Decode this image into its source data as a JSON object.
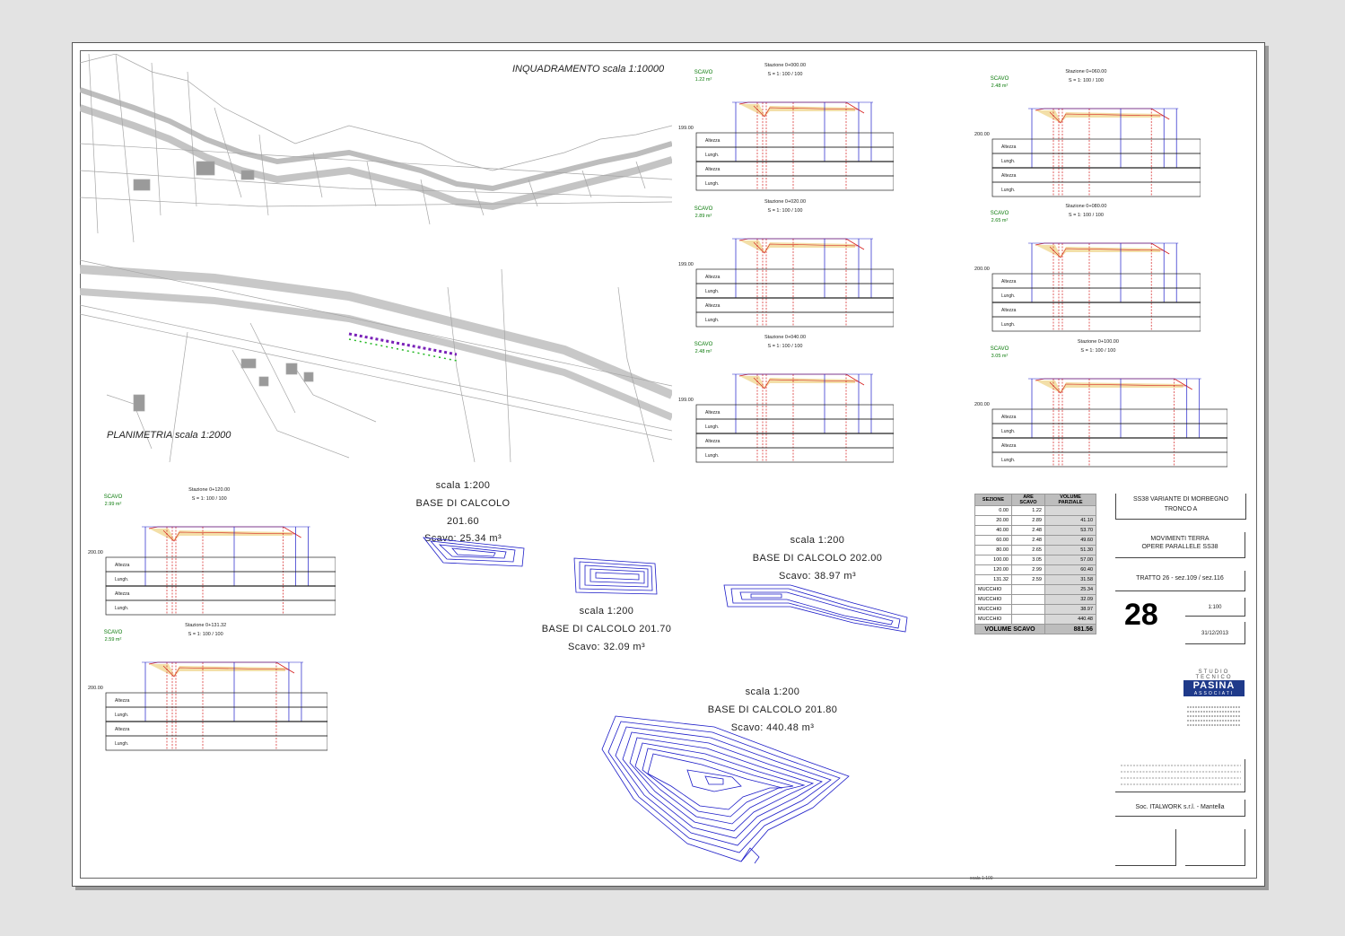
{
  "map": {
    "overview_title": "INQUADRAMENTO scala 1:10000",
    "plan_title": "PLANIMETRIA scala 1:2000"
  },
  "sections_right": [
    {
      "station": "Stazione 0+000.00",
      "scale": "S = 1: 100 / 100",
      "scavo_label": "SCAVO",
      "scavo_value": "1.22 m²",
      "datum": "199.00"
    },
    {
      "station": "Stazione 0+020.00",
      "scale": "S = 1: 100 / 100",
      "scavo_label": "SCAVO",
      "scavo_value": "2.89 m²",
      "datum": "199.00"
    },
    {
      "station": "Stazione 0+040.00",
      "scale": "S = 1: 100 / 100",
      "scavo_label": "SCAVO",
      "scavo_value": "2.48 m²",
      "datum": "199.00"
    },
    {
      "station": "Stazione 0+060.00",
      "scale": "S = 1: 100 / 100",
      "scavo_label": "SCAVO",
      "scavo_value": "2.48 m²",
      "datum": "200.00"
    },
    {
      "station": "Stazione 0+080.00",
      "scale": "S = 1: 100 / 100",
      "scavo_label": "SCAVO",
      "scavo_value": "2.65 m²",
      "datum": "200.00"
    },
    {
      "station": "Stazione 0+100.00",
      "scale": "S = 1: 100 / 100",
      "scavo_label": "SCAVO",
      "scavo_value": "3.05 m²",
      "datum": "200.00"
    },
    {
      "station": "Stazione 0+120.00",
      "scale": "S = 1: 100 / 100",
      "scavo_label": "SCAVO",
      "scavo_value": "2.99 m²",
      "datum": "200.00"
    },
    {
      "station": "Stazione 0+131.32",
      "scale": "S = 1: 100 / 100",
      "scavo_label": "SCAVO",
      "scavo_value": "2.59 m²",
      "datum": "200.00"
    }
  ],
  "row_labels": [
    "Altezza",
    "Lungh.",
    "Altezza",
    "Lungh."
  ],
  "contours": [
    {
      "scale": "scala 1:200",
      "base": "BASE DI CALCOLO 201.60",
      "scavo": "Scavo: 25.34 m³"
    },
    {
      "scale": "scala 1:200",
      "base": "BASE DI CALCOLO 201.70",
      "scavo": "Scavo: 32.09 m³"
    },
    {
      "scale": "scala 1:200",
      "base": "BASE DI CALCOLO 202.00",
      "scavo": "Scavo: 38.97 m³"
    },
    {
      "scale": "scala 1:200",
      "base": "BASE DI CALCOLO 201.80",
      "scavo": "Scavo: 440.48 m³"
    }
  ],
  "volume_table": {
    "headers": [
      "SEZIONE",
      "ARE SCAVO",
      "VOLUME PARZIALE"
    ],
    "rows": [
      [
        "0.00",
        "1.22",
        ""
      ],
      [
        "20.00",
        "2.89",
        "41.10"
      ],
      [
        "40.00",
        "2.48",
        "53.70"
      ],
      [
        "60.00",
        "2.48",
        "49.60"
      ],
      [
        "80.00",
        "2.65",
        "51.30"
      ],
      [
        "100.00",
        "3.05",
        "57.00"
      ],
      [
        "120.00",
        "2.99",
        "60.40"
      ],
      [
        "131.32",
        "2.59",
        "31.58"
      ],
      [
        "MUCCHIO",
        "",
        "25.34"
      ],
      [
        "MUCCHIO",
        "",
        "32.09"
      ],
      [
        "MUCCHIO",
        "",
        "38.97"
      ],
      [
        "MUCCHIO",
        "",
        "440.48"
      ]
    ],
    "total_label": "VOLUME SCAVO",
    "total_value": "881.56"
  },
  "title_block": {
    "project_line1": "SS38 VARIANTE DI MORBEGNO",
    "project_line2": "TRONCO A",
    "subject_line1": "MOVIMENTI TERRA",
    "subject_line2": "OPERE PARALLELE SS38",
    "object": "TRATTO 26 - sez.109 / sez.116",
    "sheet_number": "28",
    "scale": "1:100",
    "date": "31/12/2013",
    "company_tag": "STUDIO TECNICO",
    "company_name": "PASINA",
    "company_sub": "ASSOCIATI",
    "client": "Soc. ITALWORK s.r.l. - Mantella",
    "footer_note": "scala 1:100"
  },
  "colors": {
    "section_fill": "#f3dfa8",
    "design_line": "#d41c1c",
    "ground_line": "#1c1cc8",
    "scavo_label": "#0a7a0a",
    "contour": "#1c1cc8",
    "map_gray": "#a6a6a6"
  }
}
